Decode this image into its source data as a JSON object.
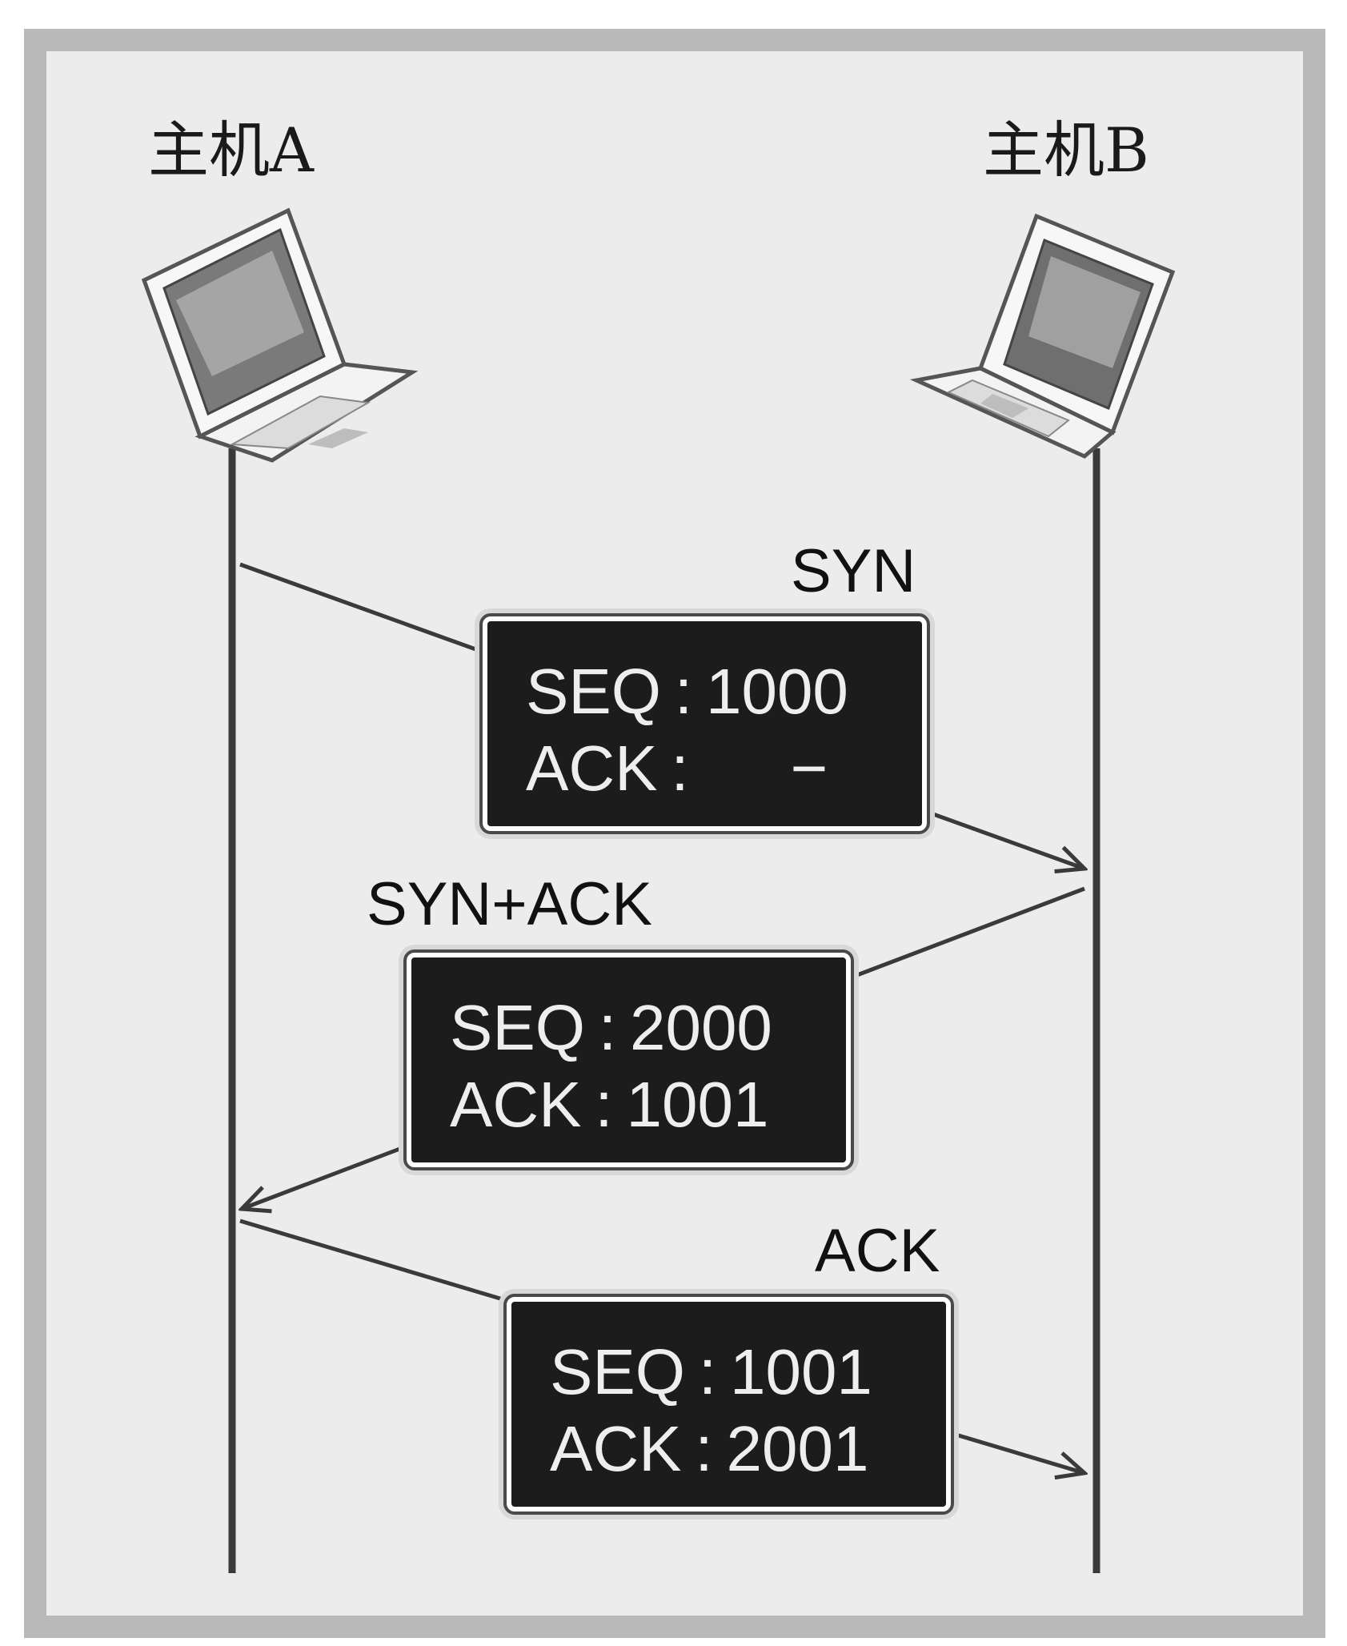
{
  "hosts": [
    {
      "label": "主机A"
    },
    {
      "label": "主机B"
    }
  ],
  "messages": [
    {
      "label": "SYN",
      "seq_key": "SEQ",
      "seq_value": "1000",
      "ack_key": "ACK",
      "ack_value": "−",
      "separator": ":"
    },
    {
      "label": "SYN+ACK",
      "seq_key": "SEQ",
      "seq_value": "2000",
      "ack_key": "ACK",
      "ack_value": "1001",
      "separator": ":"
    },
    {
      "label": "ACK",
      "seq_key": "SEQ",
      "seq_value": "1001",
      "ack_key": "ACK",
      "ack_value": "2001",
      "separator": ":"
    }
  ],
  "colors": {
    "frame": "#b9b9b9",
    "background": "#ececec",
    "box": "#1c1c1c",
    "line": "#3a3a3a"
  }
}
